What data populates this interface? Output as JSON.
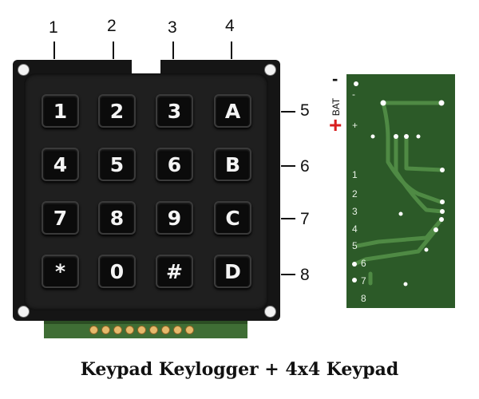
{
  "pins_top": [
    "1",
    "2",
    "3",
    "4"
  ],
  "pins_side": [
    "5",
    "6",
    "7",
    "8"
  ],
  "keys": [
    [
      "1",
      "2",
      "3",
      "A"
    ],
    [
      "4",
      "5",
      "6",
      "B"
    ],
    [
      "7",
      "8",
      "9",
      "C"
    ],
    [
      "*",
      "0",
      "#",
      "D"
    ]
  ],
  "pcb": {
    "bat_label": "BAT",
    "bat_plus": "+",
    "bat_minus": "-",
    "pad_labels": [
      "-",
      "+",
      "1",
      "2",
      "3",
      "4",
      "5",
      "6",
      "7",
      "8"
    ]
  },
  "caption": "Keypad Keylogger + 4x4 Keypad",
  "colors": {
    "keypad_body": "#151515",
    "key": "#0b0b0b",
    "pcb": "#2c5a28",
    "trace": "#4f8a44",
    "bat_plus": "#d81e1e"
  }
}
